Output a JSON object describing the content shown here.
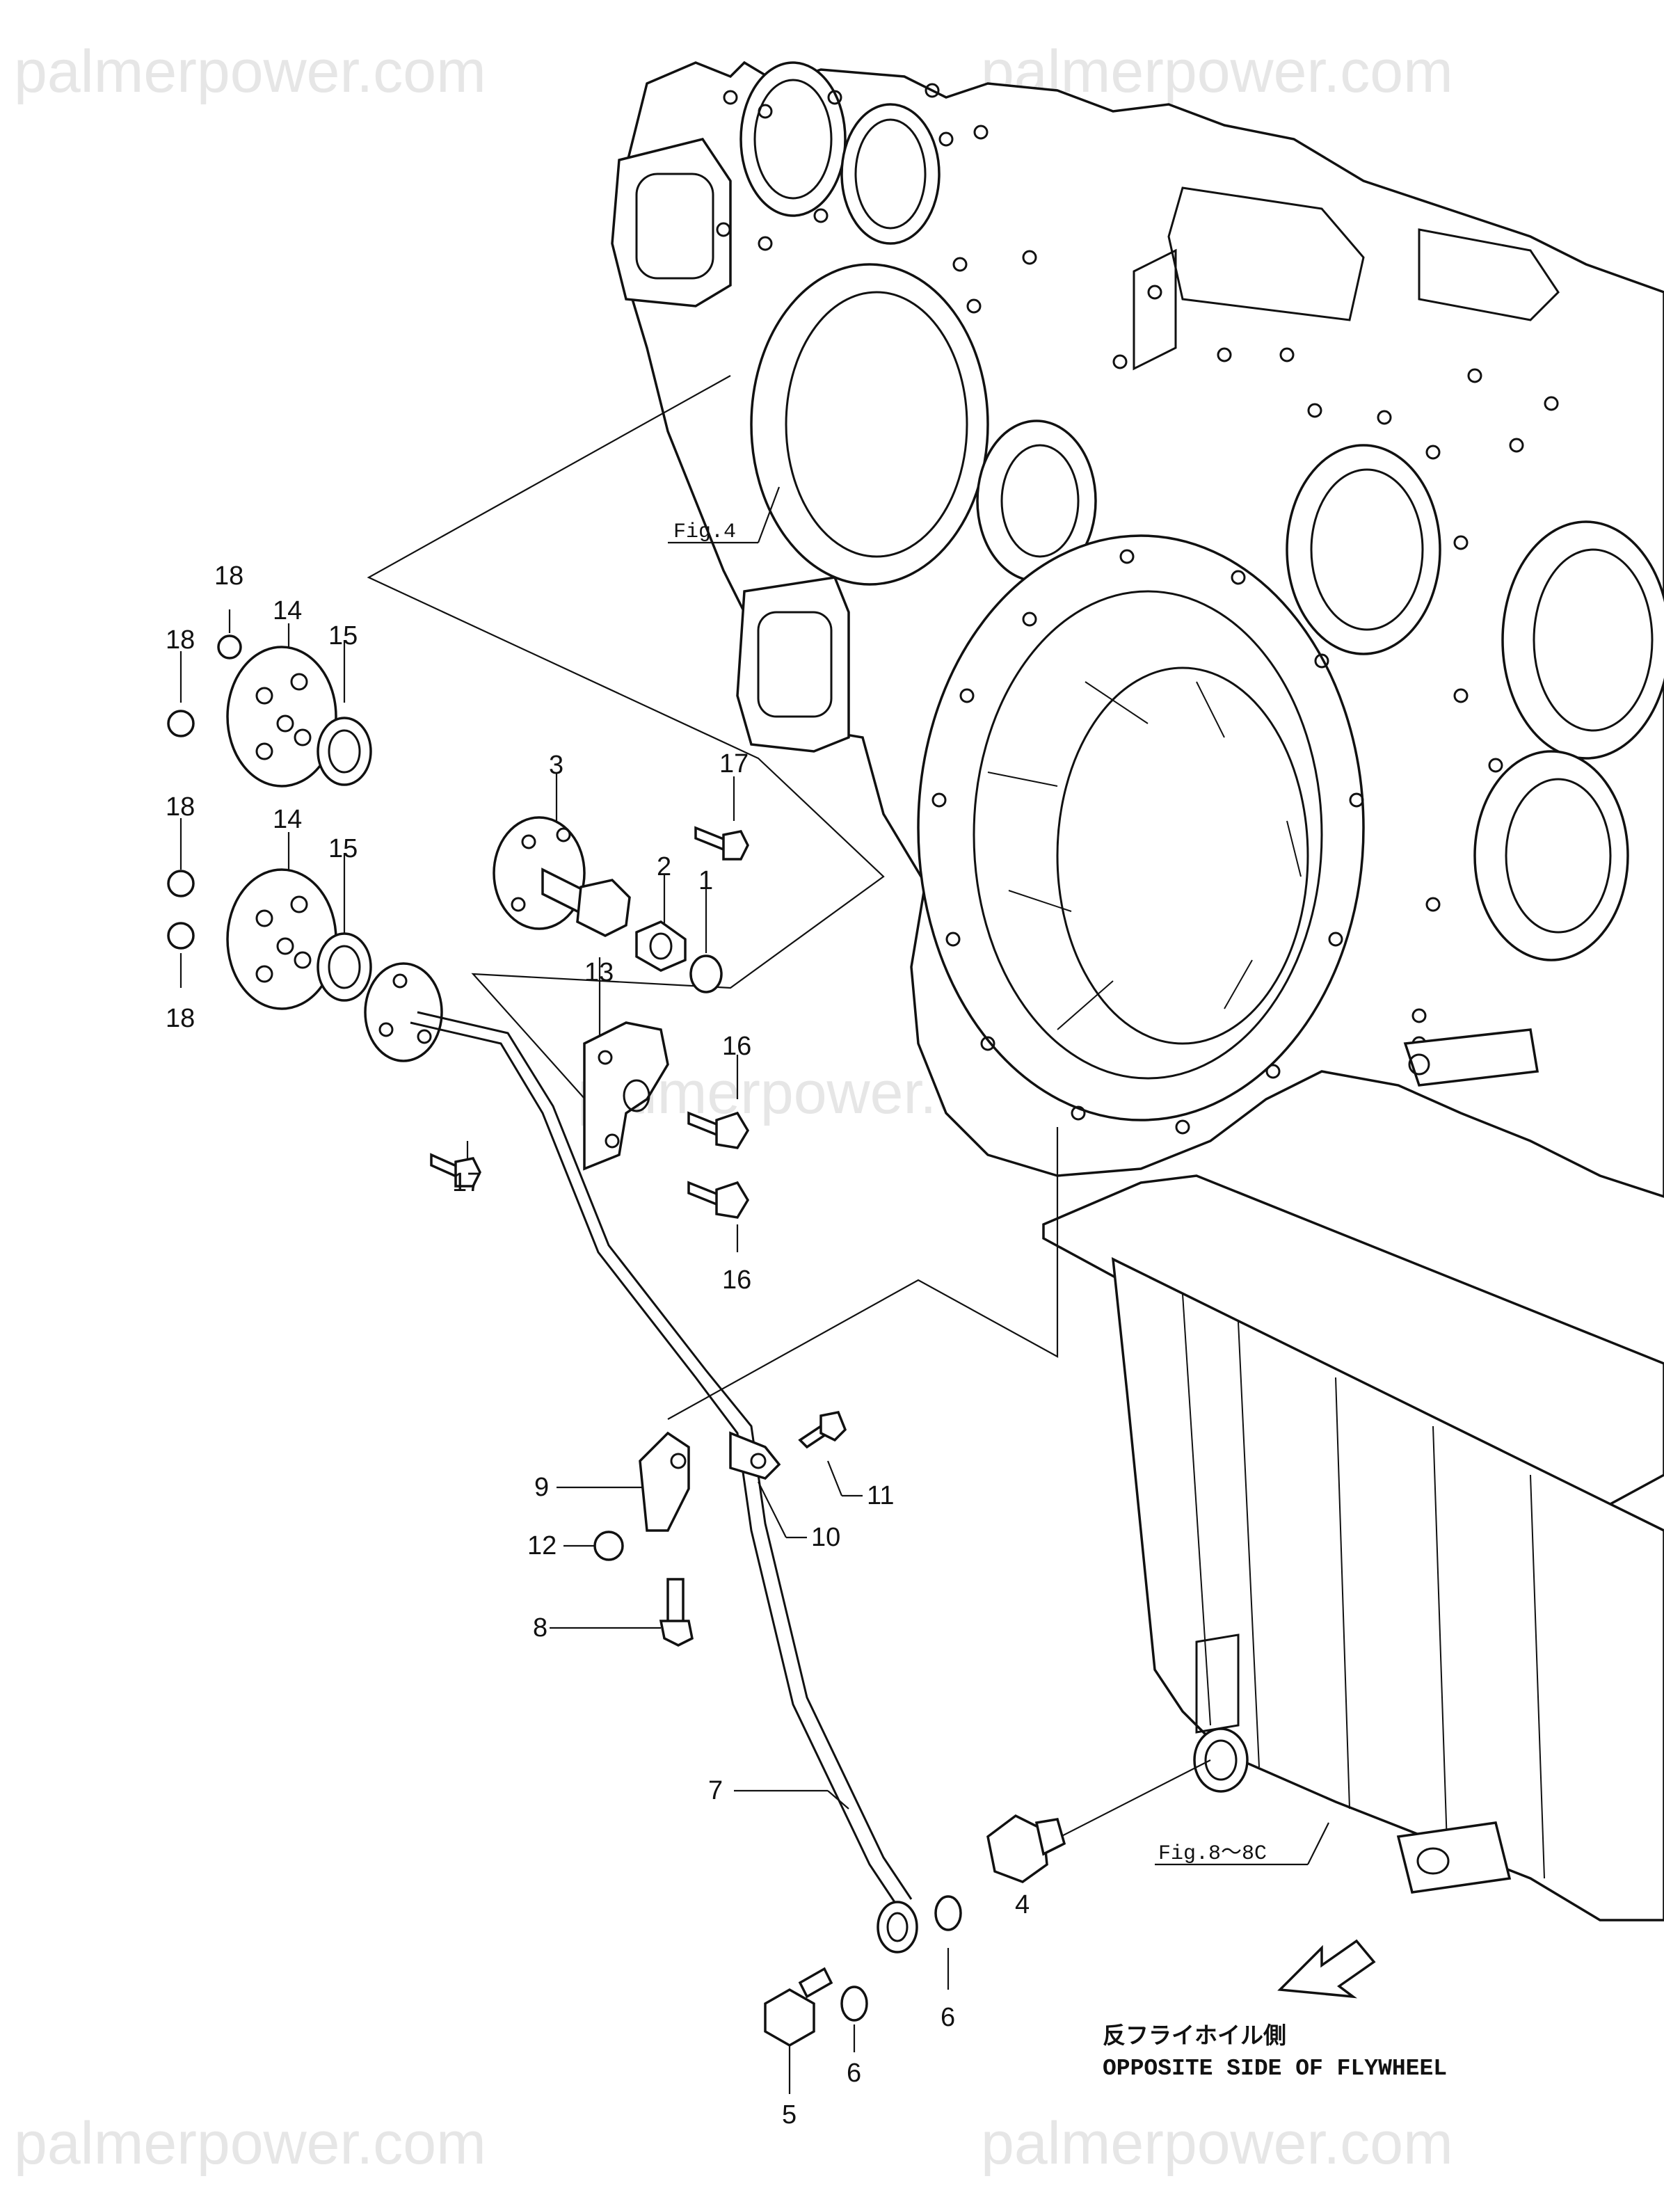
{
  "watermarks": [
    "palmerpower.com",
    "palmerpower.com",
    "palmerpower.com",
    "palmerpower.com",
    "palmerpower.com"
  ],
  "figure_refs": {
    "fig4": "Fig.4",
    "fig8": "Fig.8〜8C"
  },
  "direction_note": {
    "jp": "反フライホイル側",
    "en": "OPPOSITE SIDE OF FLYWHEEL"
  },
  "labels": {
    "p1": "1",
    "p2": "2",
    "p3": "3",
    "p4": "4",
    "p5": "5",
    "p6a": "6",
    "p6b": "6",
    "p7": "7",
    "p8": "8",
    "p9": "9",
    "p10": "10",
    "p11": "11",
    "p12": "12",
    "p13": "13",
    "p14a": "14",
    "p14b": "14",
    "p15a": "15",
    "p15b": "15",
    "p16a": "16",
    "p16b": "16",
    "p17a": "17",
    "p17b": "17",
    "p18a": "18",
    "p18b": "18",
    "p18c": "18",
    "p18d": "18"
  }
}
